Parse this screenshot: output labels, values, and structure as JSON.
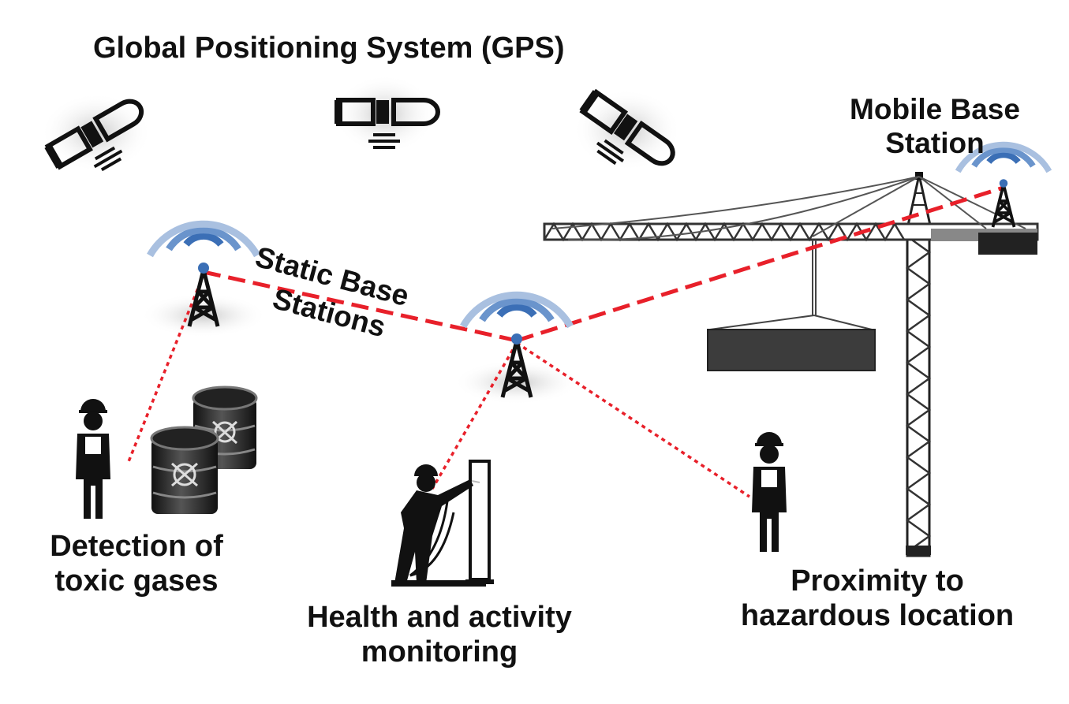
{
  "title": "Global Positioning System (GPS)",
  "mobile_base_station": {
    "line1": "Mobile Base",
    "line2": "Station"
  },
  "static_base_stations": {
    "line1": "Static Base",
    "line2": "Stations"
  },
  "use_cases": {
    "toxic_gases": {
      "line1": "Detection",
      "line2": "of toxic gases",
      "line1_full": "Detection of",
      "line2_full": "toxic gases"
    },
    "health": {
      "line1": "Health and activity",
      "line2": "monitoring"
    },
    "proximity": {
      "line1": "Proximity to",
      "line2": "hazardous location"
    }
  },
  "colors": {
    "link_red": "#e8202a",
    "signal_blue": "#3b6fb6",
    "icon_black": "#111111",
    "crane_grey": "#555555"
  },
  "icons": [
    "satellite-icon",
    "antenna-tower-icon",
    "worker-icon",
    "toxic-barrel-icon",
    "crane-icon"
  ]
}
